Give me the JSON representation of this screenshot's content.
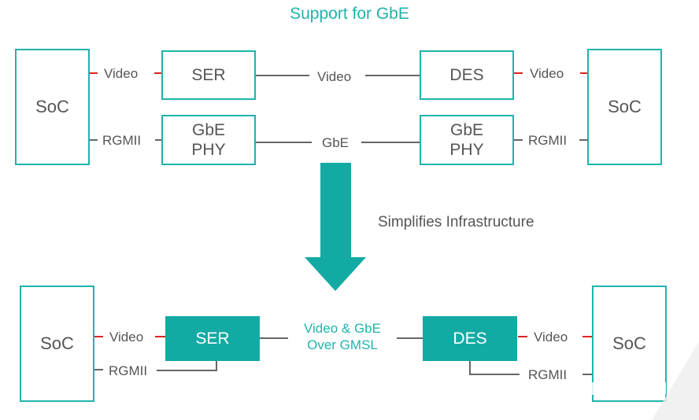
{
  "title": "Support for GbE",
  "colors": {
    "teal": "#1fb3ad",
    "teal_fill": "#13aaa4",
    "line": "#666666",
    "red_tick": "#d9261c"
  },
  "top": {
    "soc_left": "SoC",
    "soc_right": "SoC",
    "ser": "SER",
    "des": "DES",
    "phy_left": [
      "GbE",
      "PHY"
    ],
    "phy_right": [
      "GbE",
      "PHY"
    ],
    "video_left": "Video",
    "video_mid": "Video",
    "video_right": "Video",
    "rgmii_left": "RGMII",
    "gbe_mid": "GbE",
    "rgmii_right": "RGMII"
  },
  "arrow_label": "Simplifies Infrastructure",
  "bottom": {
    "soc_left": "SoC",
    "soc_right": "SoC",
    "ser": "SER",
    "des": "DES",
    "video_left": "Video",
    "video_right": "Video",
    "rgmii_left": "RGMII",
    "rgmii_right": "RGMII",
    "link_label": [
      "Video & GbE",
      "Over GMSL"
    ]
  }
}
